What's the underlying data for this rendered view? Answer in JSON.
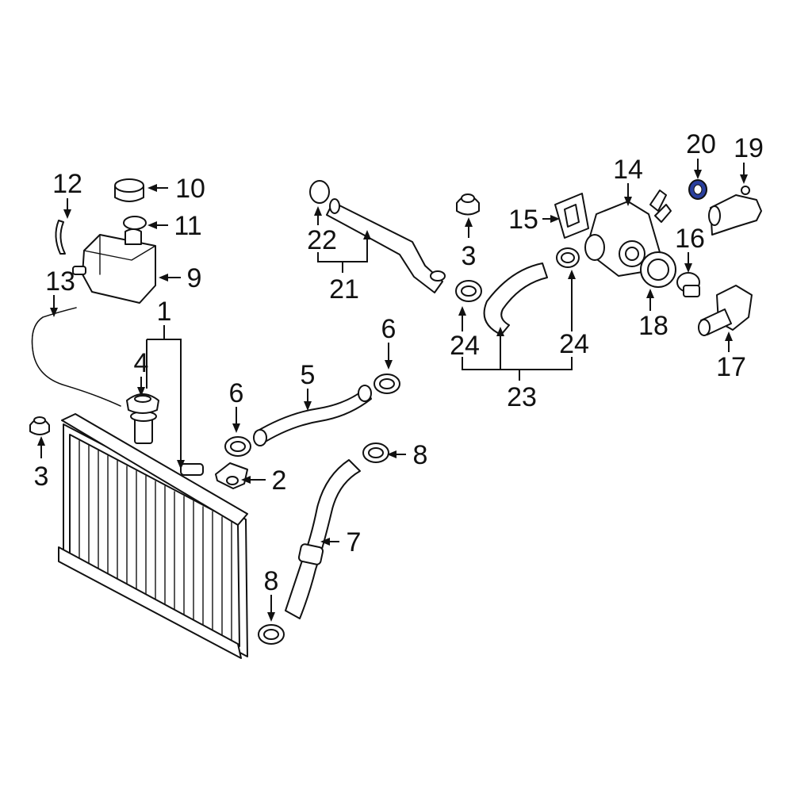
{
  "diagram": {
    "highlight_color": "#2a3f9e",
    "highlighted_part": "20",
    "callouts": {
      "c1": "1",
      "c2": "2",
      "c3a": "3",
      "c3b": "3",
      "c4": "4",
      "c5": "5",
      "c6a": "6",
      "c6b": "6",
      "c7": "7",
      "c8a": "8",
      "c8b": "8",
      "c9": "9",
      "c10": "10",
      "c11": "11",
      "c12": "12",
      "c13": "13",
      "c14": "14",
      "c15": "15",
      "c16": "16",
      "c17": "17",
      "c18": "18",
      "c19": "19",
      "c20": "20",
      "c21": "21",
      "c22": "22",
      "c23": "23",
      "c24a": "24",
      "c24b": "24"
    }
  }
}
